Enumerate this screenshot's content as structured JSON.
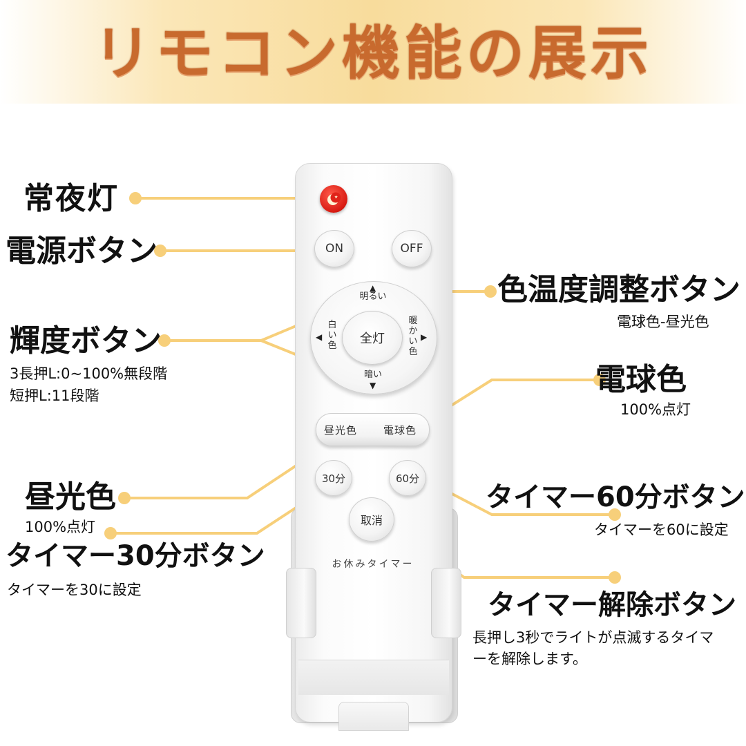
{
  "title": "リモコン機能の展示",
  "remote": {
    "on_label": "ON",
    "off_label": "OFF",
    "dpad": {
      "up": "明るい",
      "down": "暗い",
      "left": "白い色",
      "right": "暖かい色",
      "center": "全灯",
      "arrow_up": "▲",
      "arrow_down": "▼",
      "arrow_left": "◀",
      "arrow_right": "▶"
    },
    "pill_left": "昼光色",
    "pill_right": "電球色",
    "timer30": "30分",
    "timer60": "60分",
    "cancel": "取消",
    "brand": "お休みタイマー"
  },
  "callouts": {
    "night_light": {
      "title": "常夜灯"
    },
    "power": {
      "title": "電源ボタン"
    },
    "brightness": {
      "title": "輝度ボタン",
      "line1": "3長押L:0~100%無段階",
      "line2": "短押L:11段階"
    },
    "color_temp": {
      "title": "色温度調整ボタン",
      "desc": "電球色-昼光色"
    },
    "warm": {
      "title": "電球色",
      "desc": "100%点灯"
    },
    "daylight": {
      "title": "昼光色",
      "desc": "100%点灯"
    },
    "timer60": {
      "title": "タイマー60分ボタン",
      "desc": "タイマーを60に設定"
    },
    "timer30": {
      "title": "タイマー30分ボタン",
      "desc": "タイマーを30に設定"
    },
    "timer_cancel": {
      "title": "タイマー解除ボタン",
      "line1": "長押し3秒でライトが点滅するタイマ",
      "line2": "ーを解除します。"
    }
  },
  "colors": {
    "title": "#c86a2e",
    "leader": "#f7cf7a",
    "banner": "#f8dc9c",
    "night_button": "#d81b12"
  }
}
